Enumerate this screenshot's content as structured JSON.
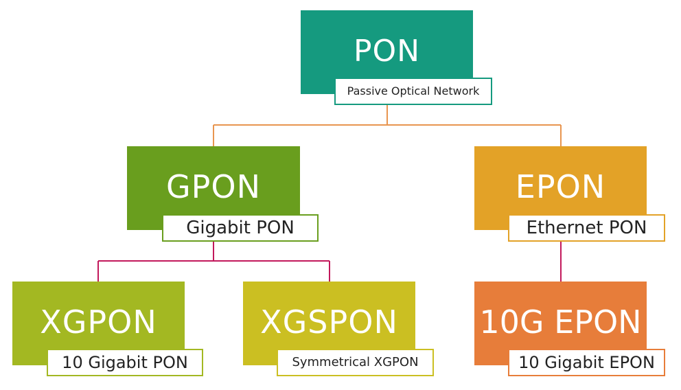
{
  "colors": {
    "pon": "#159a7f",
    "gpon": "#699e1e",
    "epon": "#e3a227",
    "xgpon": "#a3b822",
    "xgspon": "#cbbf22",
    "epon10": "#e77d3a",
    "connector_top": "#e8954f",
    "connector_bottom": "#c2185b"
  },
  "nodes": {
    "pon": {
      "title": "PON",
      "subtitle": "Passive Optical Network"
    },
    "gpon": {
      "title": "GPON",
      "subtitle": "Gigabit PON"
    },
    "epon": {
      "title": "EPON",
      "subtitle": "Ethernet PON"
    },
    "xgpon": {
      "title": "XGPON",
      "subtitle": "10 Gigabit PON"
    },
    "xgspon": {
      "title": "XGSPON",
      "subtitle": "Symmetrical XGPON"
    },
    "epon10": {
      "title": "10G EPON",
      "subtitle": "10 Gigabit EPON"
    }
  },
  "edges": [
    {
      "from": "PON",
      "to": "GPON"
    },
    {
      "from": "PON",
      "to": "EPON"
    },
    {
      "from": "GPON",
      "to": "XGPON"
    },
    {
      "from": "GPON",
      "to": "XGSPON"
    },
    {
      "from": "EPON",
      "to": "10G EPON"
    }
  ]
}
